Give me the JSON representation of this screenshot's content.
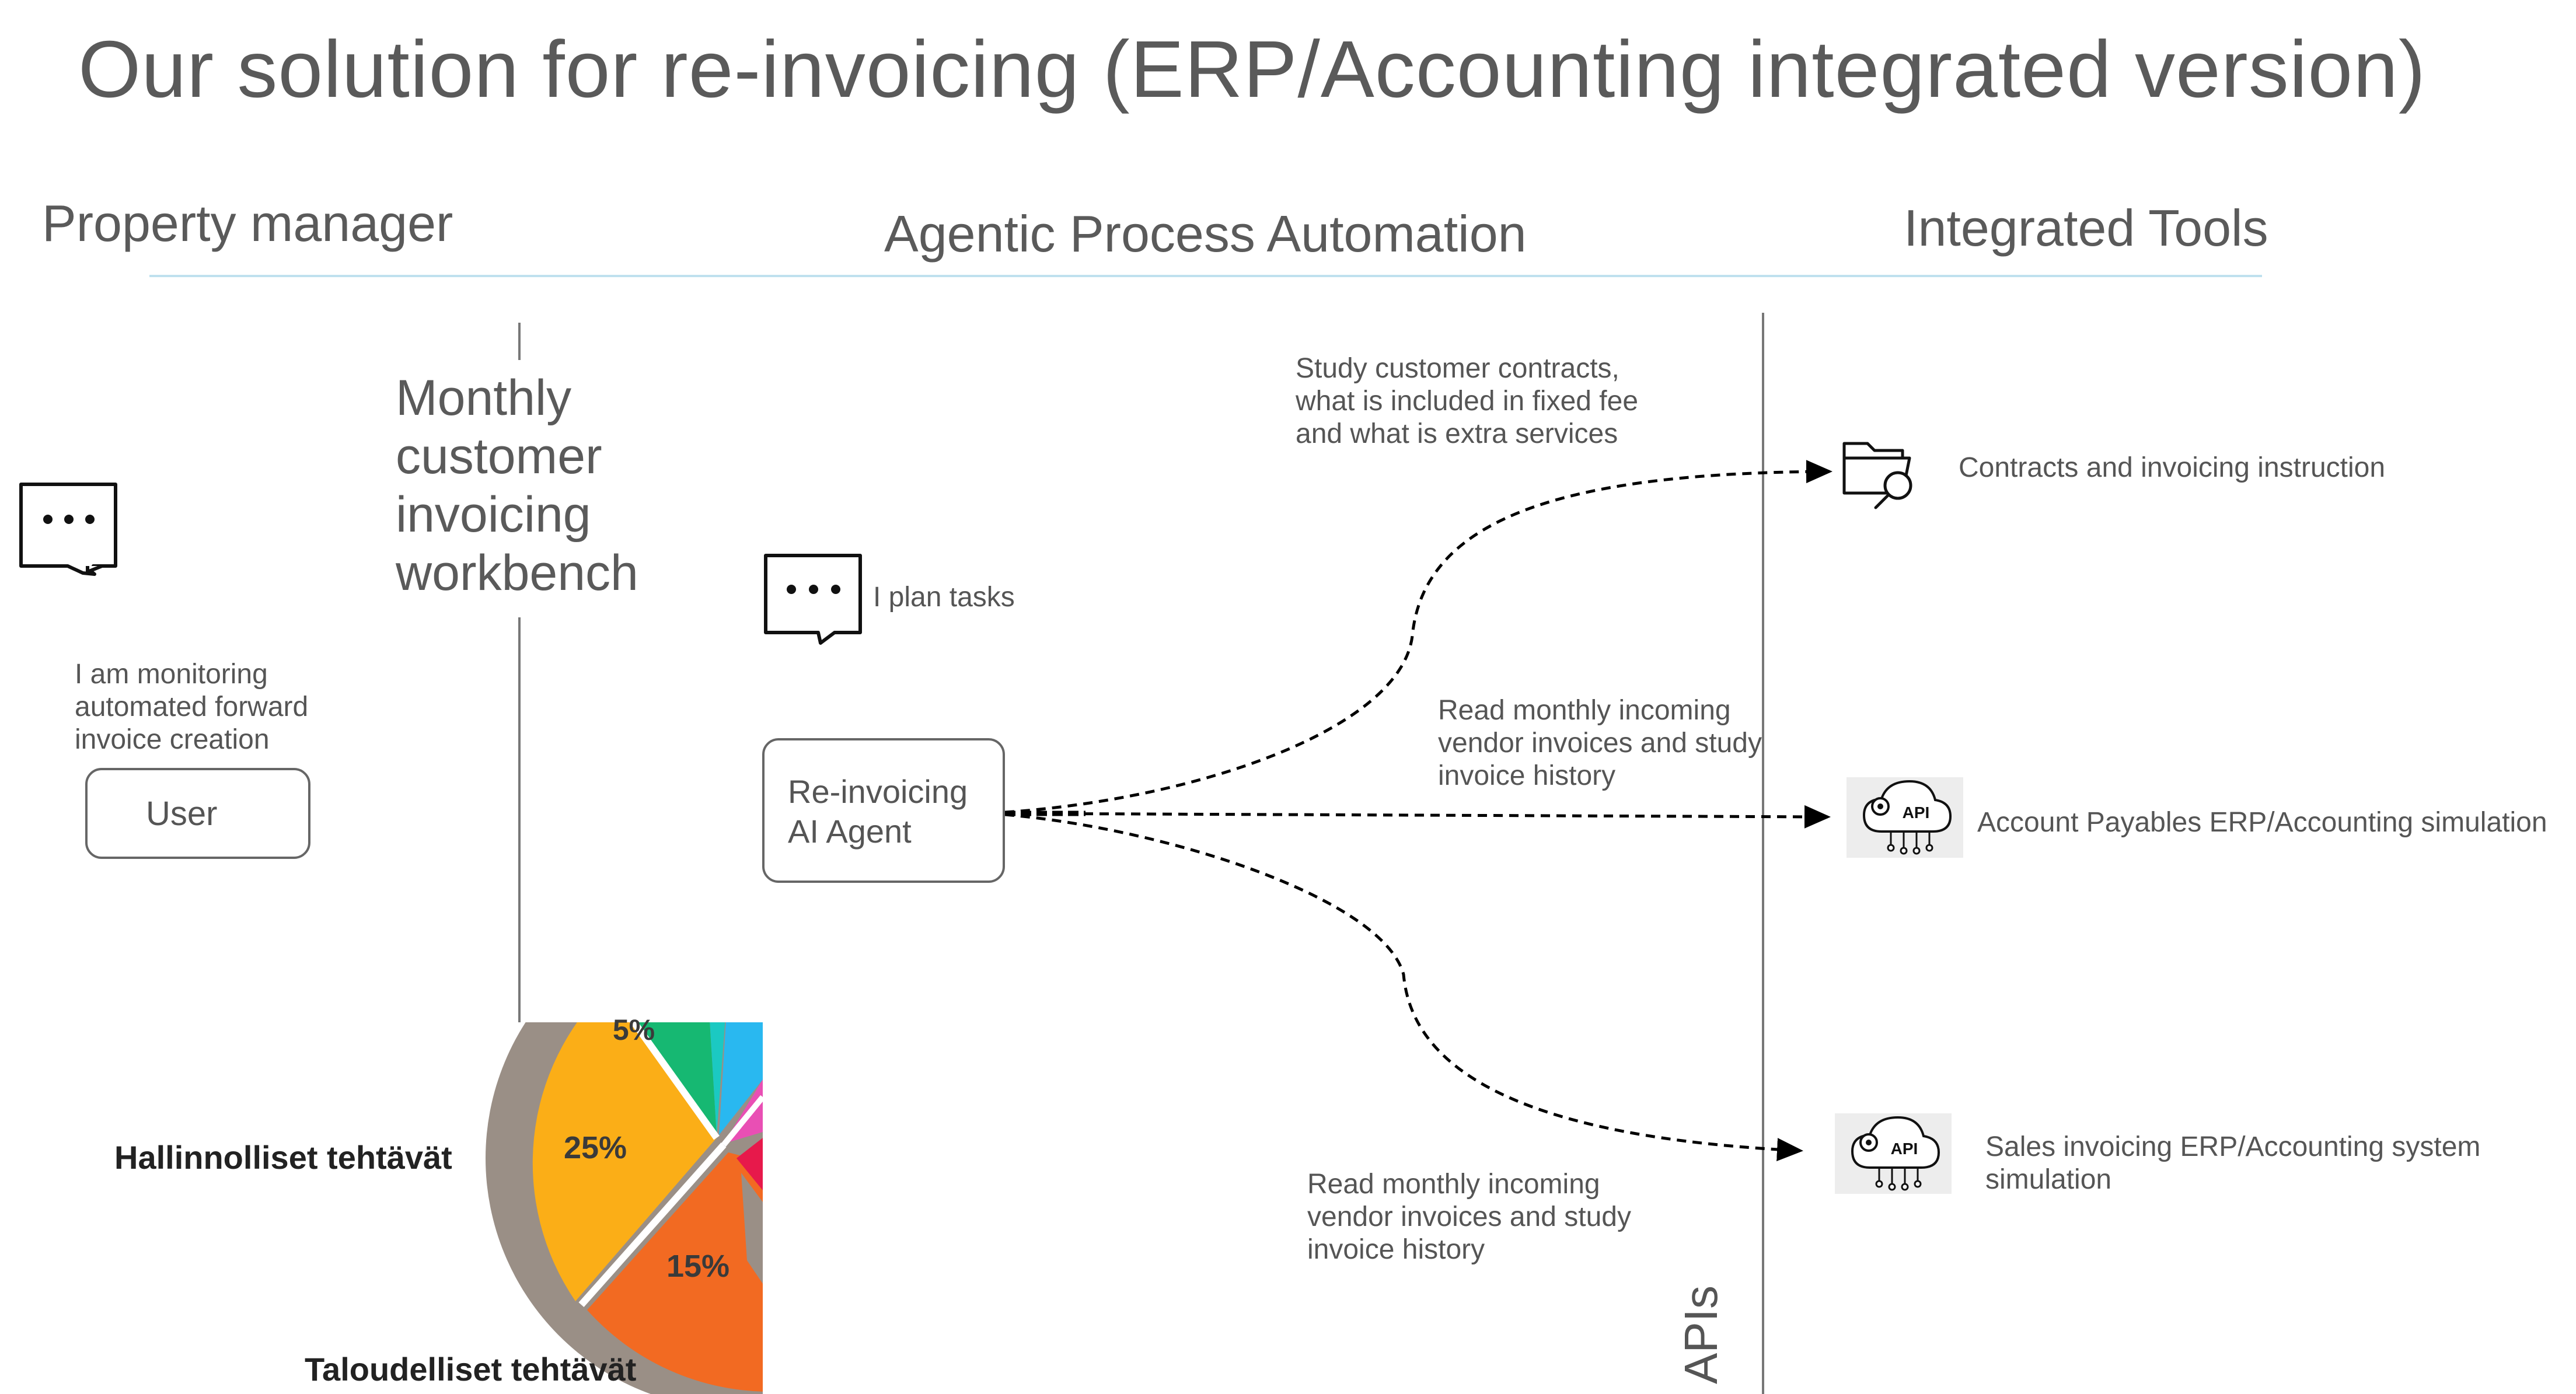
{
  "title": "Our solution for re-invoicing (ERP/Accounting integrated version)",
  "columns": {
    "left": "Property manager",
    "center": "Agentic Process Automation",
    "right": "Integrated Tools"
  },
  "workbench": "Monthly\ncustomer\ninvoicing\nworkbench",
  "user_chat_caption": "I am monitoring\nautomated forward\ninvoice creation",
  "user_box": "User",
  "agent_chat_caption": "I  plan tasks",
  "agent_box": "Re-invoicing\nAI Agent",
  "edges": [
    {
      "label": "Study customer contracts,\nwhat is included in fixed fee\nand what is extra services"
    },
    {
      "label": "Read  monthly incoming\nvendor invoices and study\ninvoice history"
    },
    {
      "label": "Read  monthly incoming\nvendor invoices and study\ninvoice history"
    }
  ],
  "tools": [
    {
      "label": "Contracts and invoicing instruction",
      "icon": "folder-search-icon"
    },
    {
      "label": "Account Payables ERP/Accounting simulation",
      "icon": "api-cloud-icon"
    },
    {
      "label": "Sales invoicing ERP/Accounting system\nsimulation",
      "icon": "api-cloud-icon"
    }
  ],
  "apis_label": "APIs",
  "api_icon_text": "API",
  "pie": {
    "label_top": "Hallinnolliset tehtävät",
    "label_bottom": "Taloudelliset tehtävät",
    "pct_top": "5%",
    "pct_25": "25%",
    "pct_15": "15%",
    "colors": {
      "orange_yellow": "#FBAE17",
      "orange": "#F26A22",
      "green": "#16B872",
      "teal": "#1BC9C2",
      "blue": "#29B8F0",
      "pink": "#E94FB4",
      "red": "#E7194B"
    }
  },
  "colors": {
    "divider": "#BFE1EE",
    "text": "#555555",
    "line": "#666666"
  }
}
